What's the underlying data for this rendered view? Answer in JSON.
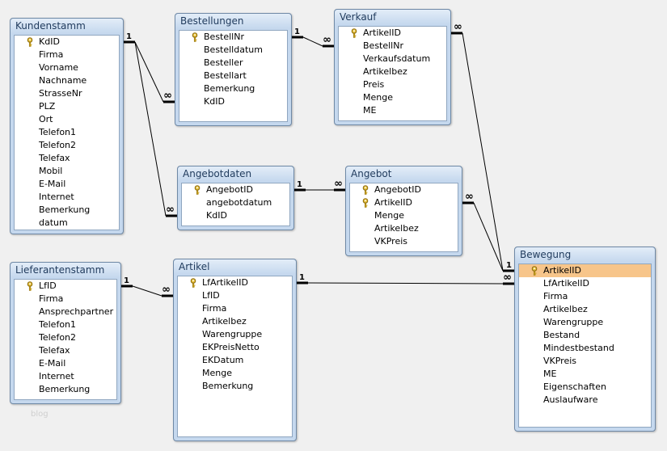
{
  "tables": [
    {
      "id": "kundenstamm",
      "title": "Kundenstamm",
      "fields": [
        {
          "name": "KdID",
          "key": true
        },
        {
          "name": "Firma"
        },
        {
          "name": "Vorname"
        },
        {
          "name": "Nachname"
        },
        {
          "name": "StrasseNr"
        },
        {
          "name": "PLZ"
        },
        {
          "name": "Ort"
        },
        {
          "name": "Telefon1"
        },
        {
          "name": "Telefon2"
        },
        {
          "name": "Telefax"
        },
        {
          "name": "Mobil"
        },
        {
          "name": "E-Mail"
        },
        {
          "name": "Internet"
        },
        {
          "name": "Bemerkung"
        },
        {
          "name": "datum"
        }
      ]
    },
    {
      "id": "bestellungen",
      "title": "Bestellungen",
      "fields": [
        {
          "name": "BestellNr",
          "key": true
        },
        {
          "name": "Bestelldatum"
        },
        {
          "name": "Besteller"
        },
        {
          "name": "Bestellart"
        },
        {
          "name": "Bemerkung"
        },
        {
          "name": "KdID"
        }
      ]
    },
    {
      "id": "verkauf",
      "title": "Verkauf",
      "fields": [
        {
          "name": "ArtikelID",
          "key": true
        },
        {
          "name": "BestellNr"
        },
        {
          "name": "Verkaufsdatum"
        },
        {
          "name": "Artikelbez"
        },
        {
          "name": "Preis"
        },
        {
          "name": "Menge"
        },
        {
          "name": "ME"
        }
      ]
    },
    {
      "id": "angebotdaten",
      "title": "Angebotdaten",
      "fields": [
        {
          "name": "AngebotID",
          "key": true
        },
        {
          "name": "angebotdatum"
        },
        {
          "name": "KdID"
        }
      ]
    },
    {
      "id": "angebot",
      "title": "Angebot",
      "fields": [
        {
          "name": "AngebotID",
          "key": true
        },
        {
          "name": "ArtikelID",
          "key": true
        },
        {
          "name": "Menge"
        },
        {
          "name": "Artikelbez"
        },
        {
          "name": "VKPreis"
        }
      ]
    },
    {
      "id": "lieferantenstamm",
      "title": "Lieferantenstamm",
      "fields": [
        {
          "name": "LfID",
          "key": true
        },
        {
          "name": "Firma"
        },
        {
          "name": "Ansprechpartner"
        },
        {
          "name": "Telefon1"
        },
        {
          "name": "Telefon2"
        },
        {
          "name": "Telefax"
        },
        {
          "name": "E-Mail"
        },
        {
          "name": "Internet"
        },
        {
          "name": "Bemerkung"
        }
      ]
    },
    {
      "id": "artikel",
      "title": "Artikel",
      "fields": [
        {
          "name": "LfArtikelID",
          "key": true
        },
        {
          "name": "LfID"
        },
        {
          "name": "Firma"
        },
        {
          "name": "Artikelbez"
        },
        {
          "name": "Warengruppe"
        },
        {
          "name": "EKPreisNetto"
        },
        {
          "name": "EKDatum"
        },
        {
          "name": "Menge"
        },
        {
          "name": "Bemerkung"
        }
      ]
    },
    {
      "id": "bewegung",
      "title": "Bewegung",
      "fields": [
        {
          "name": "ArtikelID",
          "key": true,
          "selected": true
        },
        {
          "name": "LfArtikelID"
        },
        {
          "name": "Firma"
        },
        {
          "name": "Artikelbez"
        },
        {
          "name": "Warengruppe"
        },
        {
          "name": "Bestand"
        },
        {
          "name": "Mindestbestand"
        },
        {
          "name": "VKPreis"
        },
        {
          "name": "ME"
        },
        {
          "name": "Eigenschaften"
        },
        {
          "name": "Auslaufware"
        }
      ]
    }
  ],
  "relationships": [
    {
      "from": "kundenstamm",
      "from_field": "KdID",
      "to": "bestellungen",
      "to_field": "KdID",
      "from_label": "1",
      "to_label": "∞"
    },
    {
      "from": "kundenstamm",
      "from_field": "KdID",
      "to": "angebotdaten",
      "to_field": "KdID",
      "from_label": "",
      "to_label": "∞"
    },
    {
      "from": "bestellungen",
      "from_field": "BestellNr",
      "to": "verkauf",
      "to_field": "BestellNr",
      "from_label": "1",
      "to_label": "∞"
    },
    {
      "from": "angebotdaten",
      "from_field": "AngebotID",
      "to": "angebot",
      "to_field": "AngebotID",
      "from_label": "1",
      "to_label": "∞"
    },
    {
      "from": "verkauf",
      "from_field": "ArtikelID",
      "to": "bewegung",
      "to_field": "ArtikelID",
      "from_label": "∞",
      "to_label": "1"
    },
    {
      "from": "angebot",
      "from_field": "ArtikelID",
      "to": "bewegung",
      "to_field": "ArtikelID",
      "from_label": "∞",
      "to_label": ""
    },
    {
      "from": "lieferantenstamm",
      "from_field": "LfID",
      "to": "artikel",
      "to_field": "LfID",
      "from_label": "1",
      "to_label": "∞"
    },
    {
      "from": "artikel",
      "from_field": "LfArtikelID",
      "to": "bewegung",
      "to_field": "LfArtikelID",
      "from_label": "1",
      "to_label": "∞"
    }
  ],
  "watermark": "blog"
}
